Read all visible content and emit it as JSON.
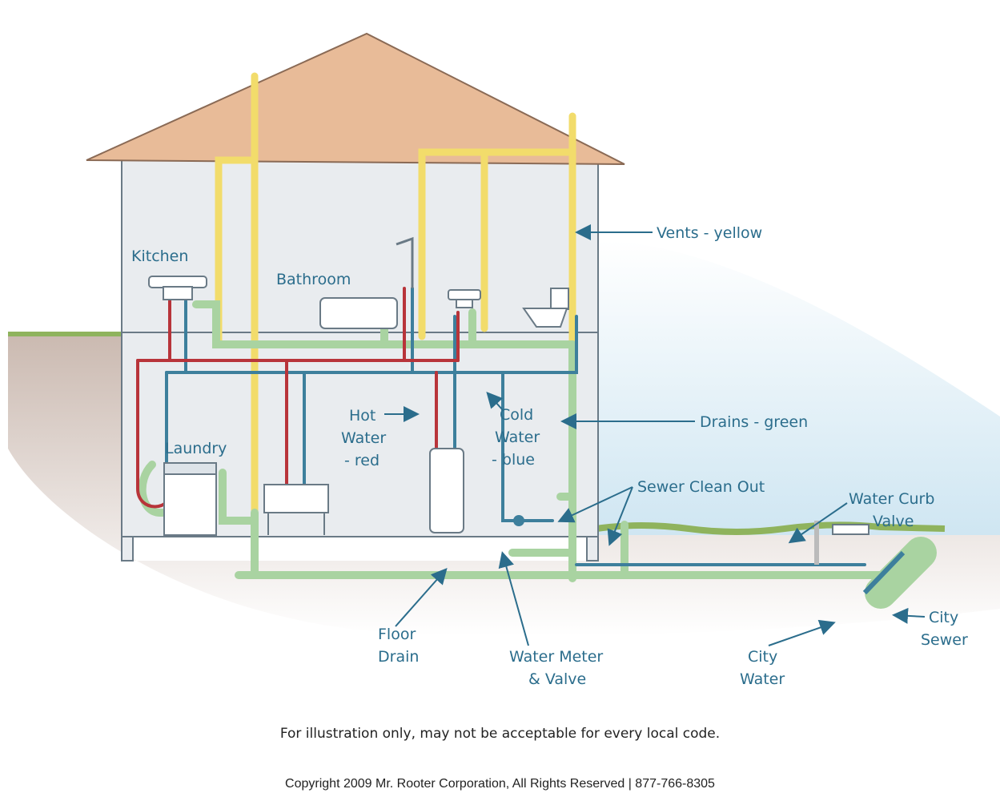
{
  "labels": {
    "kitchen": "Kitchen",
    "bathroom": "Bathroom",
    "laundry": "Laundry",
    "vents": "Vents - yellow",
    "drains": "Drains - green",
    "hot_water": [
      "Hot",
      "Water",
      "- red"
    ],
    "cold_water": [
      "Cold",
      "Water",
      "- blue"
    ],
    "sewer_clean_out": "Sewer Clean Out",
    "water_curb_valve": [
      "Water Curb",
      "Valve"
    ],
    "floor_drain": [
      "Floor",
      "Drain"
    ],
    "water_meter": [
      "Water Meter",
      "& Valve"
    ],
    "city_water": [
      "City",
      "Water"
    ],
    "city_sewer": [
      "City",
      "Sewer"
    ]
  },
  "footer": {
    "note": "For illustration only, may not be acceptable for every local code.",
    "copyright": "Copyright 2009 Mr. Rooter Corporation, All Rights Reserved | 877-766-8305"
  },
  "colors": {
    "vent": "#f2dc6b",
    "drain": "#a9d3a1",
    "hot": "#b8343a",
    "cold": "#3d7f9c",
    "roof": "#e8bb98",
    "wall": "#e9ecef",
    "ground": "#d4c5bd",
    "grass": "#8fb35d",
    "label": "#2b6d8c"
  }
}
